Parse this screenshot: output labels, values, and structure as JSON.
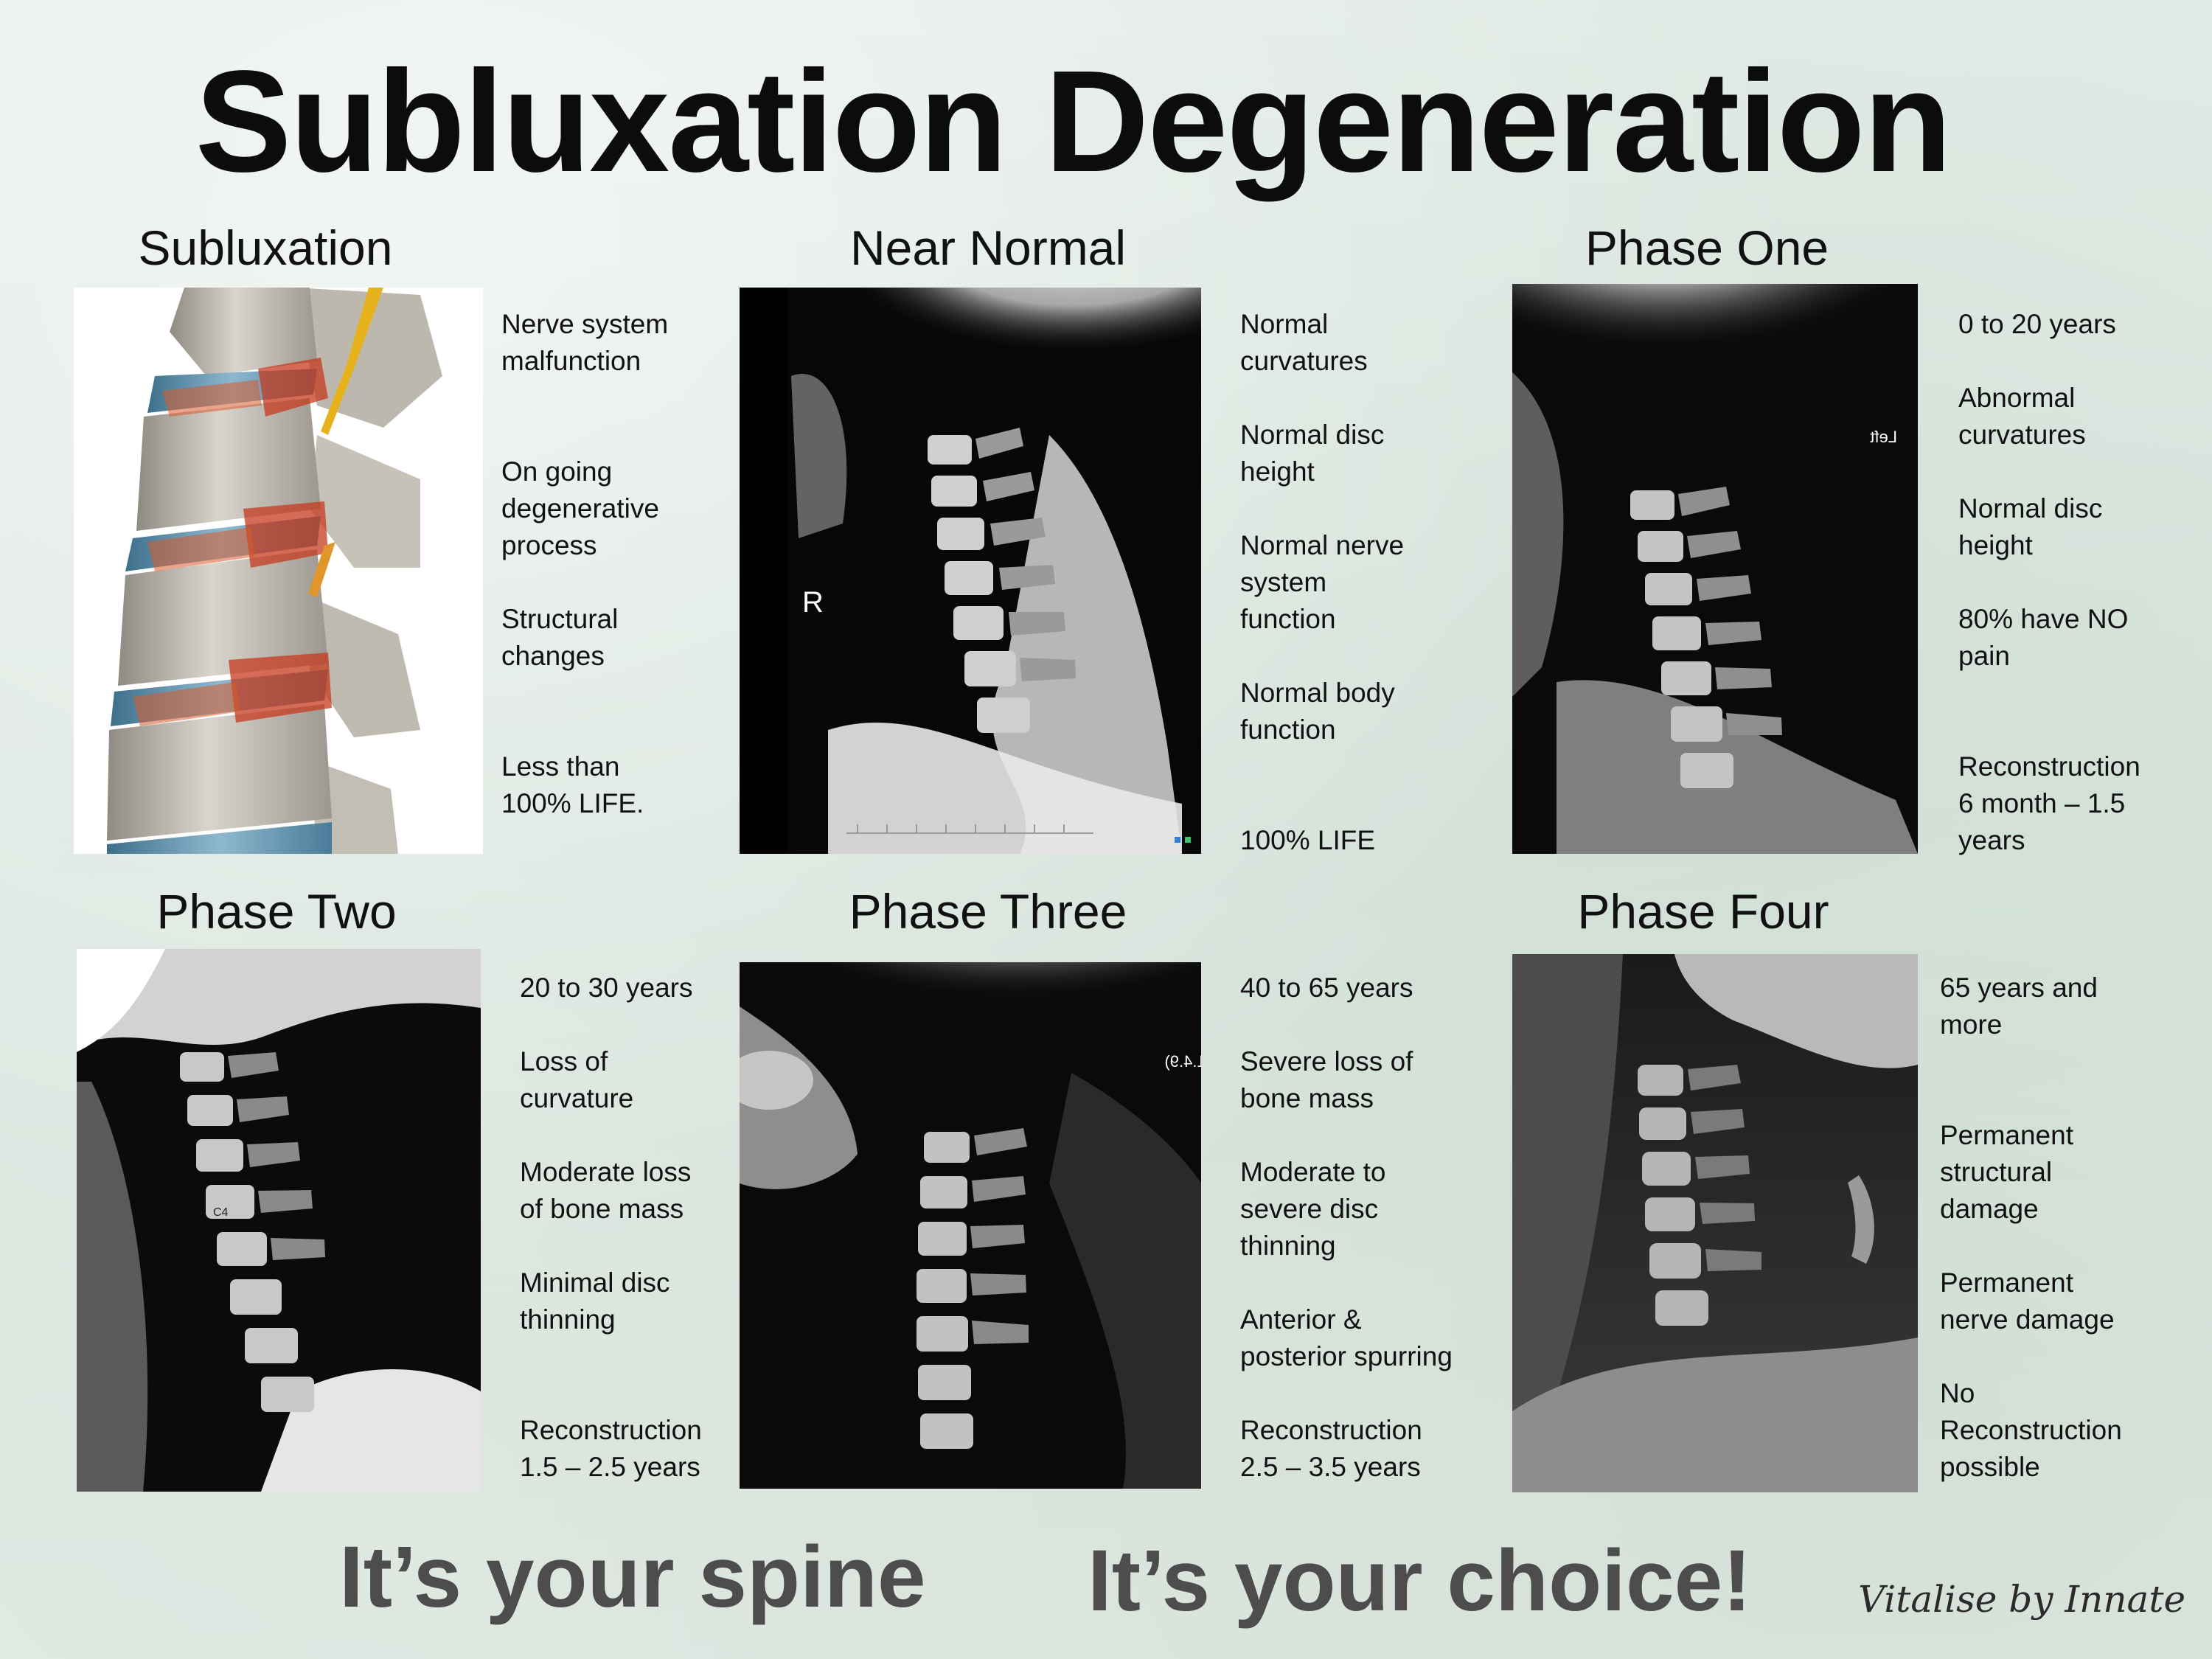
{
  "title": "Subluxation Degeneration",
  "panels": [
    {
      "heading": "Subluxation",
      "notes": [
        {
          "lines": [
            "Nerve system",
            "malfunction"
          ]
        },
        {
          "lines": [
            "On going",
            "degenerative",
            "process"
          ]
        },
        {
          "lines": [
            "Structural",
            "changes"
          ]
        },
        {
          "lines": [
            "Less than",
            "100% LIFE."
          ]
        }
      ]
    },
    {
      "heading": "Near Normal",
      "image_marker": "R",
      "notes": [
        {
          "lines": [
            "Normal",
            "curvatures"
          ]
        },
        {
          "lines": [
            "Normal disc",
            "height"
          ]
        },
        {
          "lines": [
            "Normal nerve",
            "system",
            "function"
          ]
        },
        {
          "lines": [
            "Normal body",
            "function"
          ]
        },
        {
          "lines": [
            "100% LIFE"
          ]
        }
      ]
    },
    {
      "heading": "Phase One",
      "image_marker": "Left",
      "notes": [
        {
          "lines": [
            "0 to 20 years"
          ]
        },
        {
          "lines": [
            "Abnormal",
            "curvatures"
          ]
        },
        {
          "lines": [
            "Normal disc",
            "height"
          ]
        },
        {
          "lines": [
            "80% have NO",
            "pain"
          ]
        },
        {
          "lines": [
            "Reconstruction",
            "6 month – 1.5",
            "years"
          ]
        }
      ]
    },
    {
      "heading": "Phase Two",
      "image_marker": "C4",
      "notes": [
        {
          "lines": [
            "20 to 30 years"
          ]
        },
        {
          "lines": [
            "Loss of",
            "curvature"
          ]
        },
        {
          "lines": [
            "Moderate loss",
            "of bone mass"
          ]
        },
        {
          "lines": [
            "Minimal disc",
            "thinning"
          ]
        },
        {
          "lines": [
            "Reconstruction",
            "1.5 – 2.5 years"
          ]
        }
      ]
    },
    {
      "heading": "Phase Three",
      "image_marker": "(1.4.9)",
      "notes": [
        {
          "lines": [
            "40 to 65 years"
          ]
        },
        {
          "lines": [
            "Severe loss of",
            "bone mass"
          ]
        },
        {
          "lines": [
            "Moderate to",
            "severe disc",
            "thinning"
          ]
        },
        {
          "lines": [
            "Anterior &",
            "posterior spurring"
          ]
        },
        {
          "lines": [
            "Reconstruction",
            "2.5 – 3.5 years"
          ]
        }
      ]
    },
    {
      "heading": "Phase Four",
      "notes": [
        {
          "lines": [
            "65 years and",
            "more"
          ]
        },
        {
          "lines": [
            "Permanent",
            "structural",
            "damage"
          ]
        },
        {
          "lines": [
            "Permanent",
            "nerve damage"
          ]
        },
        {
          "lines": [
            "No",
            "Reconstruction",
            "possible"
          ]
        }
      ]
    }
  ],
  "footer": {
    "left": "It’s your spine",
    "right": "It’s your choice!"
  },
  "signature": "Vitalise by Innate"
}
